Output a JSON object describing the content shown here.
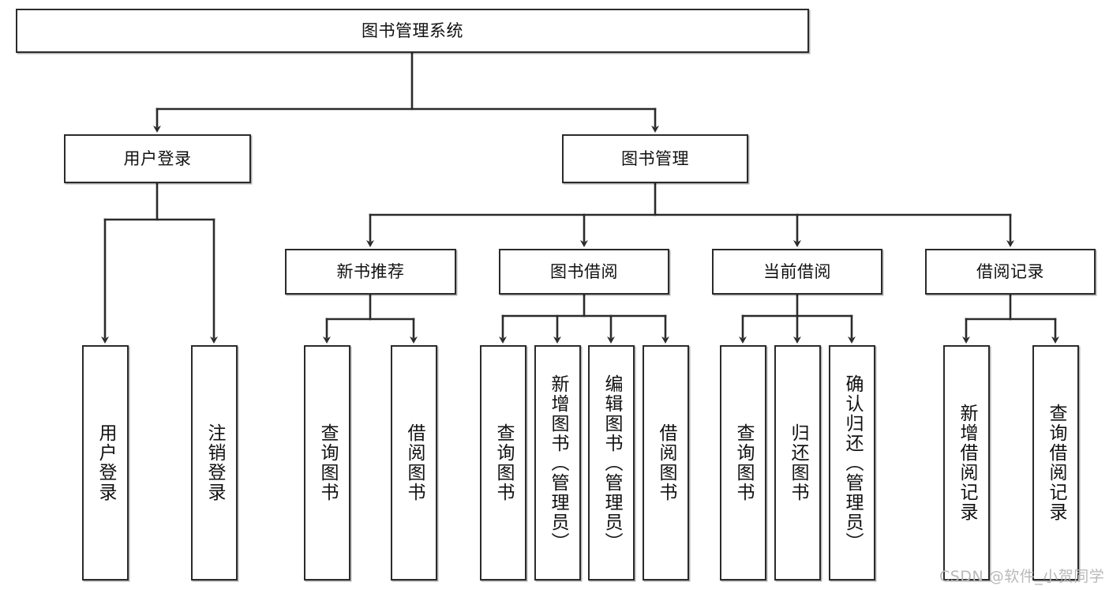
{
  "diagram": {
    "type": "hierarchy-tree",
    "title": "图书管理系统",
    "watermark": "CSDN @软件_小贺同学",
    "colors": {
      "box_border": "#2b2b2b",
      "box_fill": "#ffffff",
      "connector": "#2b2b2b",
      "text": "#111111",
      "watermark": "#b9b9b9",
      "background": "#ffffff"
    },
    "nodes": {
      "root": {
        "label": "图书管理系统",
        "level": 1,
        "orientation": "horizontal"
      },
      "l2": [
        {
          "id": "user_login",
          "label": "用户登录",
          "orientation": "horizontal"
        },
        {
          "id": "book_mgmt",
          "label": "图书管理",
          "orientation": "horizontal"
        }
      ],
      "l3": [
        {
          "id": "new_book_rec",
          "label": "新书推荐",
          "orientation": "horizontal"
        },
        {
          "id": "book_borrow",
          "label": "图书借阅",
          "orientation": "horizontal"
        },
        {
          "id": "current_borrow",
          "label": "当前借阅",
          "orientation": "horizontal"
        },
        {
          "id": "borrow_record",
          "label": "借阅记录",
          "orientation": "horizontal"
        }
      ],
      "leaves": [
        {
          "id": "leaf_user_login",
          "label": "用户登录",
          "parent": "user_login",
          "orientation": "vertical"
        },
        {
          "id": "leaf_user_logout",
          "label": "注销登录",
          "parent": "user_login",
          "orientation": "vertical"
        },
        {
          "id": "leaf_query_book_1",
          "label": "查询图书",
          "parent": "new_book_rec",
          "orientation": "vertical"
        },
        {
          "id": "leaf_borrow_book_1",
          "label": "借阅图书",
          "parent": "new_book_rec",
          "orientation": "vertical"
        },
        {
          "id": "leaf_query_book_2",
          "label": "查询图书",
          "parent": "book_borrow",
          "orientation": "vertical"
        },
        {
          "id": "leaf_add_book",
          "label": "新增图书（管理员）",
          "parent": "book_borrow",
          "orientation": "vertical"
        },
        {
          "id": "leaf_edit_book",
          "label": "编辑图书（管理员）",
          "parent": "book_borrow",
          "orientation": "vertical"
        },
        {
          "id": "leaf_borrow_book_2",
          "label": "借阅图书",
          "parent": "book_borrow",
          "orientation": "vertical"
        },
        {
          "id": "leaf_query_book_3",
          "label": "查询图书",
          "parent": "current_borrow",
          "orientation": "vertical"
        },
        {
          "id": "leaf_return_book",
          "label": "归还图书",
          "parent": "current_borrow",
          "orientation": "vertical"
        },
        {
          "id": "leaf_confirm_return",
          "label": "确认归还（管理员）",
          "parent": "current_borrow",
          "orientation": "vertical"
        },
        {
          "id": "leaf_add_record",
          "label": "新增借阅记录",
          "parent": "borrow_record",
          "orientation": "vertical"
        },
        {
          "id": "leaf_query_record",
          "label": "查询借阅记录",
          "parent": "borrow_record",
          "orientation": "vertical"
        }
      ]
    }
  }
}
